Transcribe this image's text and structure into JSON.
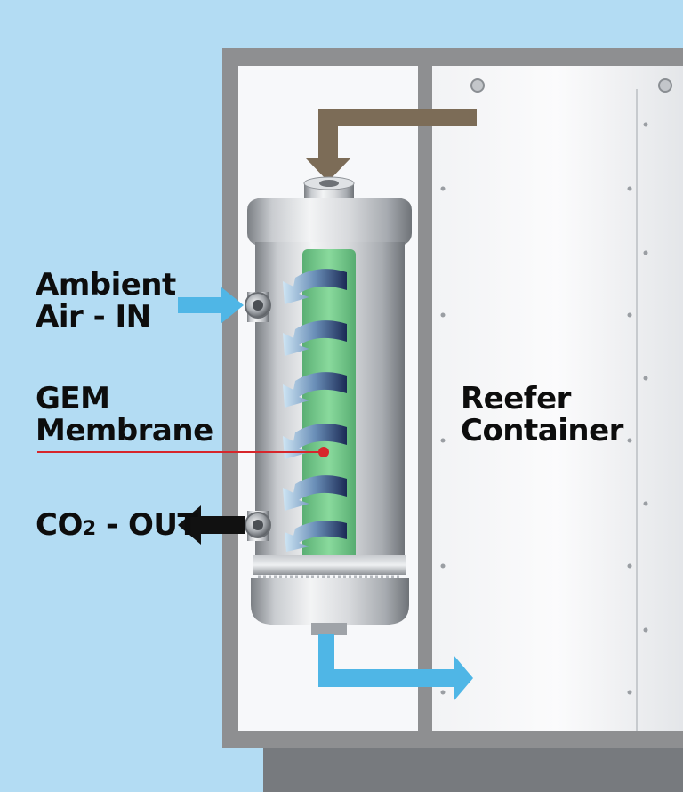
{
  "labels": {
    "ambient_line1": "Ambient",
    "ambient_line2": "Air - IN",
    "gem_line1": "GEM",
    "gem_line2": "Membrane",
    "co2_prefix": "CO",
    "co2_sub": "2",
    "co2_suffix": " - OUT",
    "reefer_line1": "Reefer",
    "reefer_line2": "Container"
  },
  "colors": {
    "sky": "#b3dcf3",
    "frame": "#8e8f91",
    "panel": "#f7f8fa",
    "container": "#eceef1",
    "inlet_arrow": "#4fb6e6",
    "outlet_arrow": "#111111",
    "supply_pipe": "#7c6c57",
    "membrane": "#5fc27a",
    "pointer": "#d7262b"
  },
  "icons": {
    "ambient_inlet": "arrow-right-icon",
    "co2_outlet": "arrow-left-icon",
    "supply_flow": "arrow-down-icon",
    "exhaust_flow": "arrow-right-icon"
  }
}
